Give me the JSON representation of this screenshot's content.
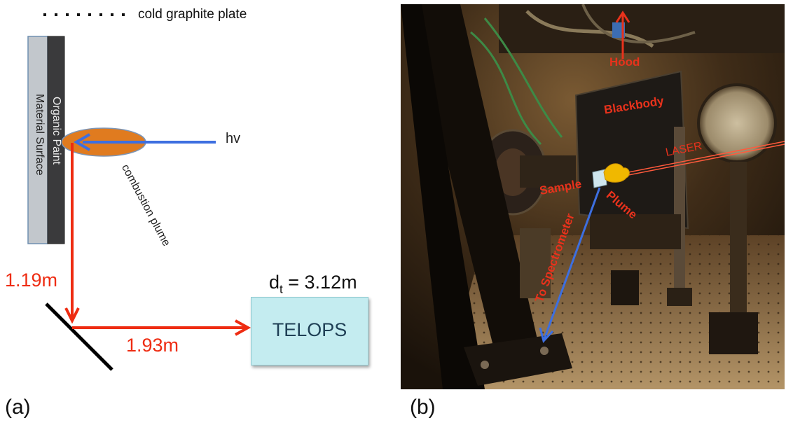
{
  "panel_a": {
    "legend_text": "cold graphite plate",
    "organic_paint_label": "Organic Paint",
    "material_surface_label": "Material Surface",
    "hv_label": "hv",
    "plume_label": "combustion plume",
    "distance_vertical": "1.19m",
    "distance_horizontal": "1.93m",
    "dt_prefix": "d",
    "dt_subscript": "t",
    "dt_value": " = 3.12m",
    "instrument_label": "TELOPS",
    "panel_label": "(a)"
  },
  "panel_b": {
    "hood_label": "Hood",
    "blackbody_label": "Blackbody",
    "laser_label": "LASER",
    "sample_label": "Sample",
    "plume_label": "Plume",
    "spectrometer_label": "To Spectrometer",
    "panel_label": "(b)"
  },
  "colors": {
    "red_arrow": "#ee2c12",
    "blue_arrow": "#3d6fe0",
    "plume_orange": "#e07b1f",
    "telops_box": "#c4ecf0",
    "label_red": "#e8321c"
  }
}
